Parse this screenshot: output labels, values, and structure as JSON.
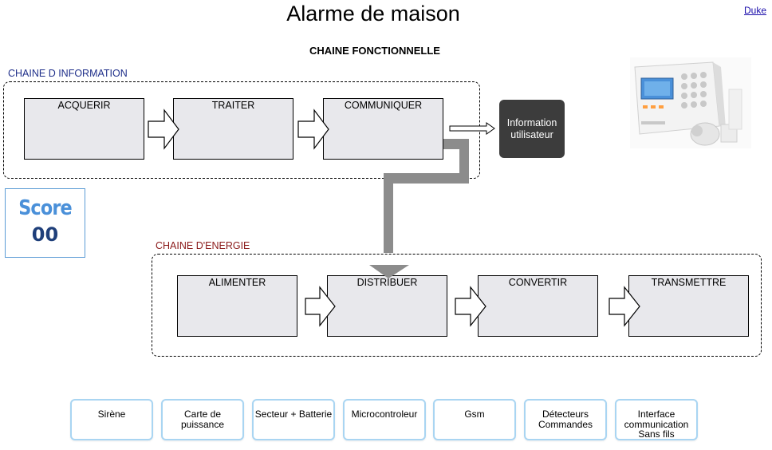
{
  "header": {
    "title": "Alarme de maison",
    "author_link": "Duke"
  },
  "diagram": {
    "subtitle": "CHAINE FONCTIONNELLE",
    "information_chain": {
      "label": "CHAINE D INFORMATION",
      "blocks": [
        "ACQUERIR",
        "TRAITER",
        "COMMUNIQUER"
      ],
      "output": "Information utilisateur"
    },
    "energy_chain": {
      "label": "CHAINE D'ENERGIE",
      "blocks": [
        "ALIMENTER",
        "DISTRIBUER",
        "CONVERTIR",
        "TRANSMETTRE"
      ]
    }
  },
  "score": {
    "label": "Score",
    "value": "00"
  },
  "answer_tiles": [
    "Sirène",
    "Carte de puissance",
    "Secteur + Batterie",
    "Microcontroleur",
    "Gsm",
    "Détecteurs Commandes",
    "Interface communication Sans fils"
  ],
  "colors": {
    "accent": "#4a90d9",
    "tile_border": "#a9d5f2",
    "info_label": "#1f2f8a",
    "energy_label": "#8b1a1a",
    "block_fill": "#e8e8ec",
    "connector": "#8c8c8c"
  }
}
